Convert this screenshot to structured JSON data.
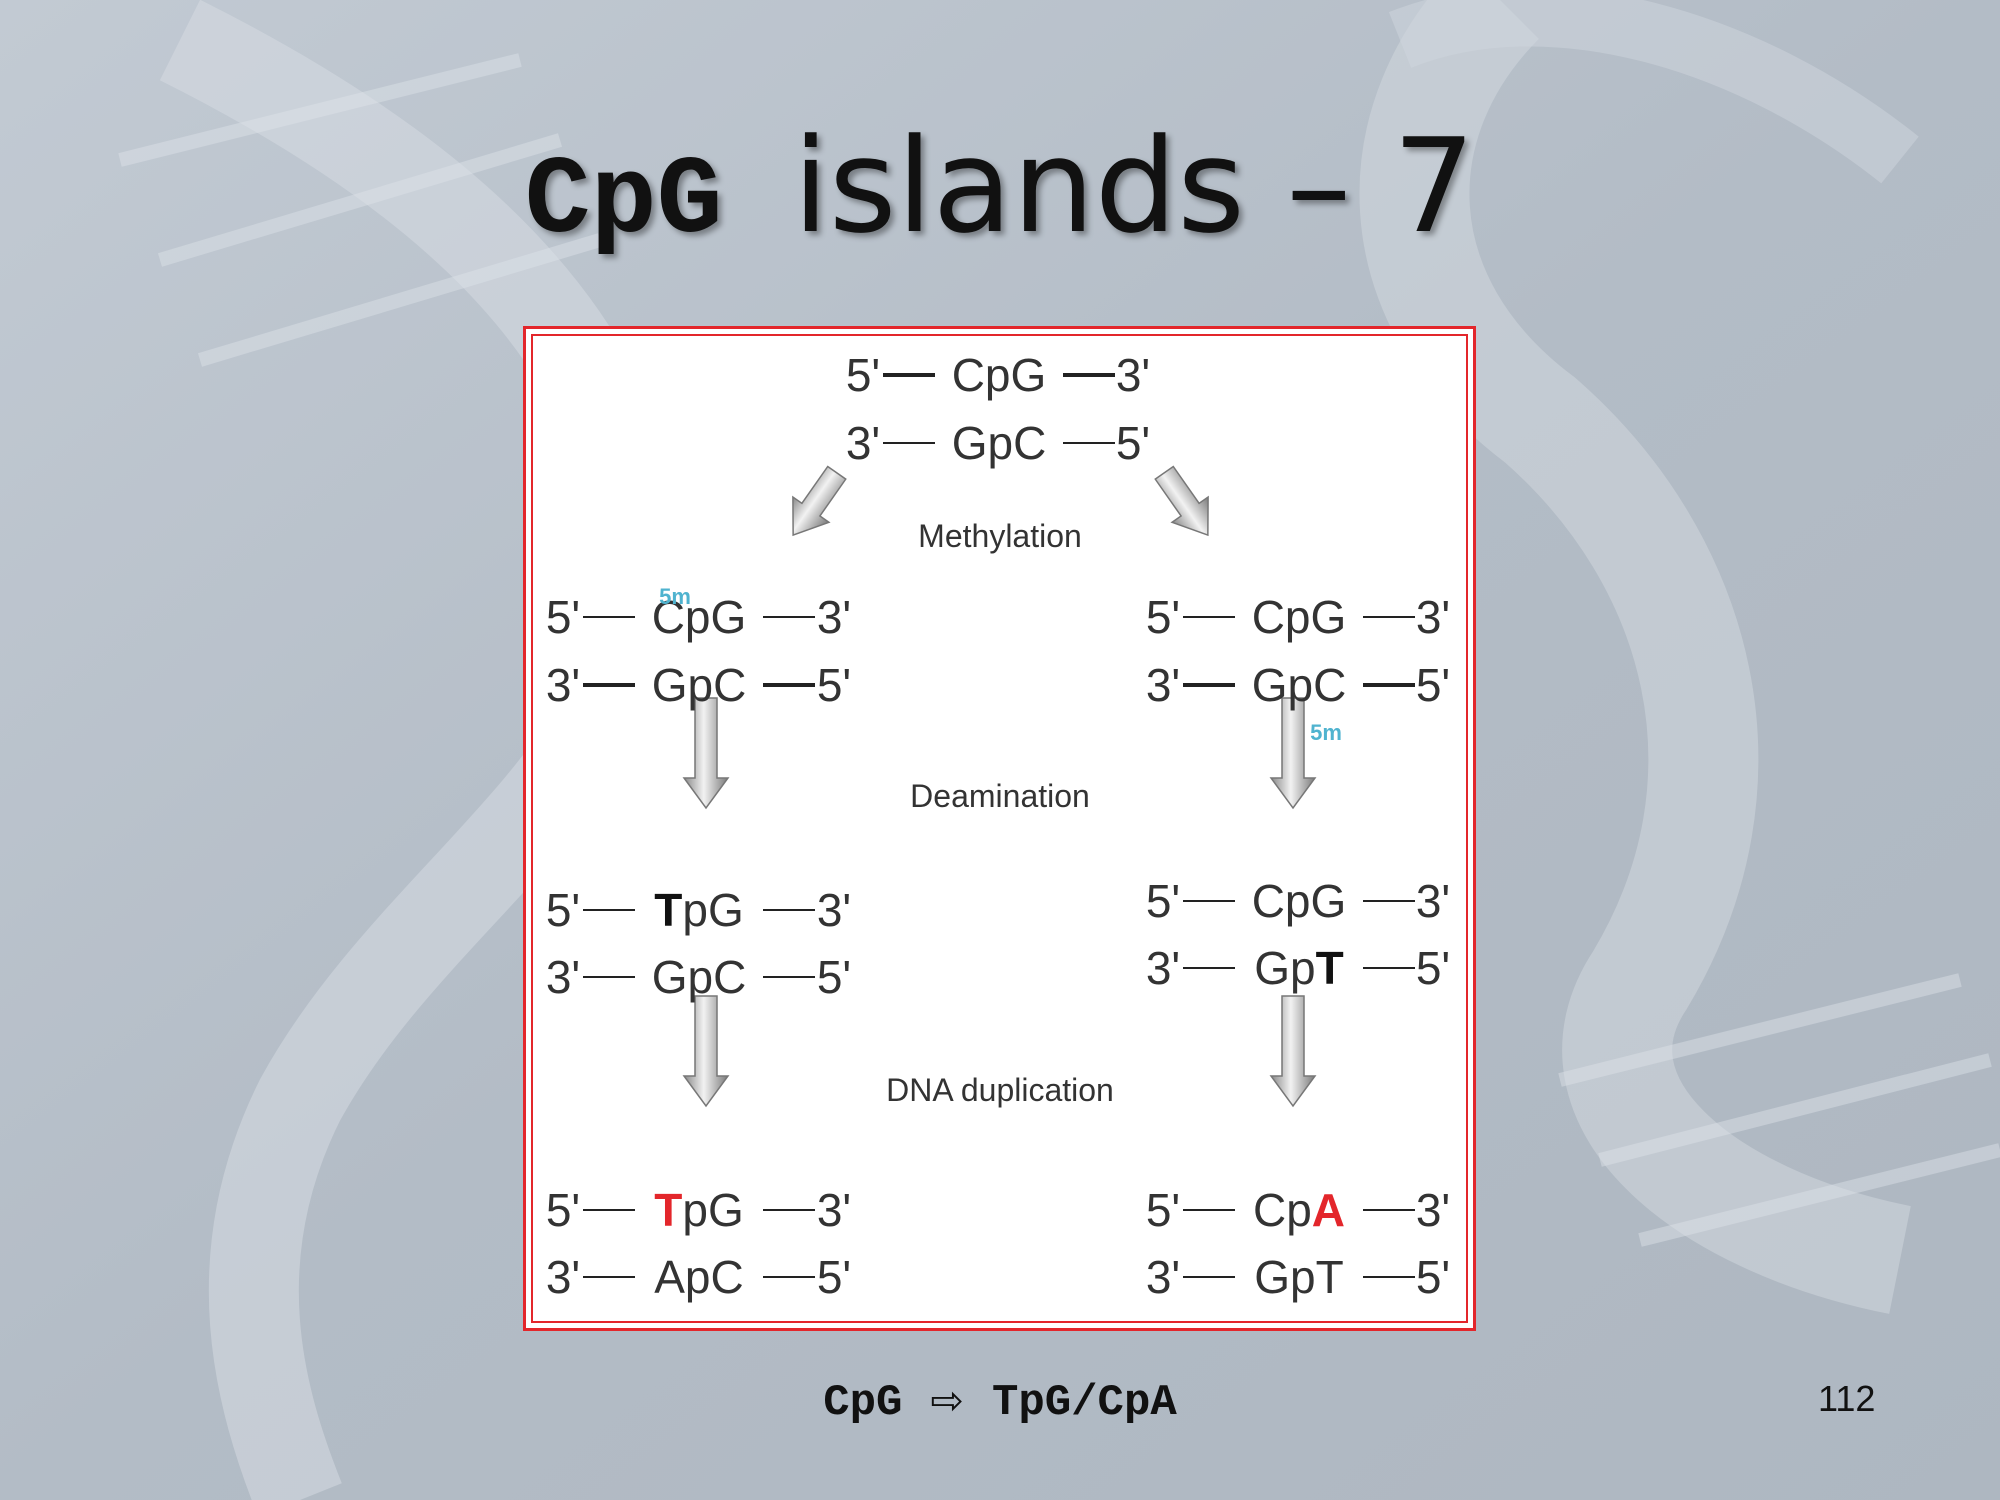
{
  "slide": {
    "title_code": "CpG",
    "title_text": "islands",
    "title_dash": "–",
    "title_number": "7",
    "caption_from": "CpG",
    "caption_arrow": "⇨",
    "caption_to": "TpG/CpA",
    "page_number": "112"
  },
  "diagram": {
    "labels": {
      "methylation": "Methylation",
      "deamination": "Deamination",
      "duplication": "DNA duplication"
    },
    "methyl_mark": "5m",
    "highlight_color": "#e3262b",
    "mark_color": "#4fb3cf",
    "top": {
      "strand1": {
        "end_left": "5'",
        "seq": "CpG",
        "end_right": "3'"
      },
      "strand2": {
        "end_left": "3'",
        "seq": "GpC",
        "end_right": "5'"
      }
    },
    "left": {
      "methylated": {
        "strand1": {
          "end_left": "5'",
          "seq": "CpG",
          "end_right": "3'"
        },
        "strand2": {
          "end_left": "3'",
          "seq": "GpC",
          "end_right": "5'"
        }
      },
      "deaminated": {
        "strand1": {
          "end_left": "5'",
          "seq_bold": "T",
          "seq_rest": "pG",
          "end_right": "3'"
        },
        "strand2": {
          "end_left": "3'",
          "seq": "GpC",
          "end_right": "5'"
        }
      },
      "duplicated": {
        "strand1": {
          "end_left": "5'",
          "seq_bold": "T",
          "seq_rest": "pG",
          "end_right": "3'"
        },
        "strand2": {
          "end_left": "3'",
          "seq": "ApC",
          "end_right": "5'"
        }
      }
    },
    "right": {
      "methylated": {
        "strand1": {
          "end_left": "5'",
          "seq": "CpG",
          "end_right": "3'"
        },
        "strand2": {
          "end_left": "3'",
          "seq": "GpC",
          "end_right": "5'"
        }
      },
      "deaminated": {
        "strand1": {
          "end_left": "5'",
          "seq": "CpG",
          "end_right": "3'"
        },
        "strand2": {
          "end_left": "3'",
          "seq_rest": "Gp",
          "seq_bold": "T",
          "end_right": "5'"
        }
      },
      "duplicated": {
        "strand1": {
          "end_left": "5'",
          "seq_rest": "Cp",
          "seq_bold": "A",
          "end_right": "3'"
        },
        "strand2": {
          "end_left": "3'",
          "seq": "GpT",
          "end_right": "5'"
        }
      }
    }
  }
}
